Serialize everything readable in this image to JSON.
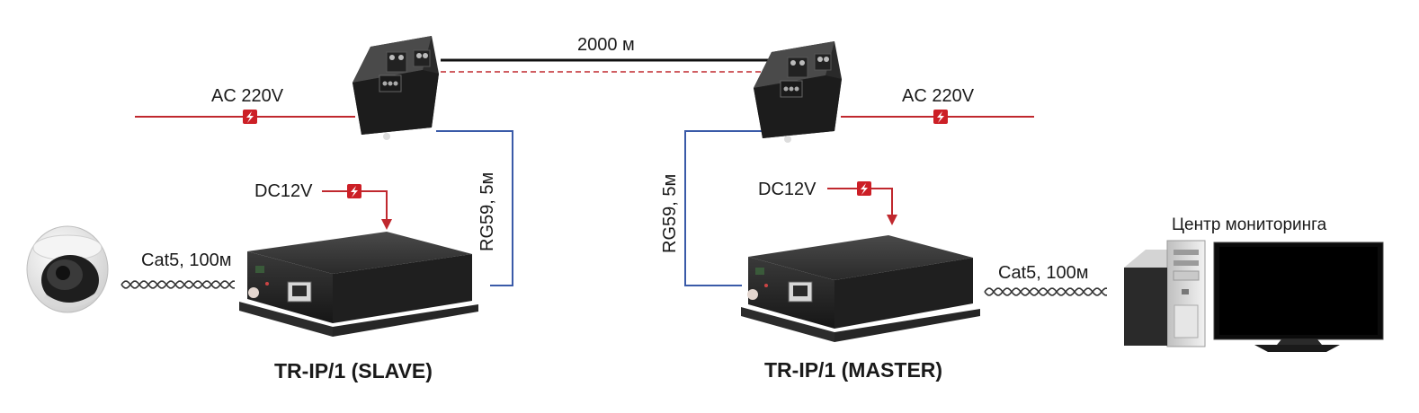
{
  "labels": {
    "distance": "2000 м",
    "ac_left": "AC 220V",
    "ac_right": "AC 220V",
    "dc_left": "DC12V",
    "dc_right": "DC12V",
    "coax_left": "RG59, 5м",
    "coax_right": "RG59, 5м",
    "cat5_left": "Cat5, 100м",
    "cat5_right": "Cat5, 100м",
    "monitoring": "Центр мониторинга",
    "slave": "TR-IP/1 (SLAVE)",
    "master": "TR-IP/1 (MASTER)"
  },
  "colors": {
    "power_line": "#c0282e",
    "coax_line": "#3a5aa8",
    "device_body": "#2b2b2b",
    "power_badge": "#cc1f26"
  },
  "icons": {
    "power": "lightning-bolt-icon",
    "camera": "dome-camera-icon",
    "computer": "desktop-computer-icon",
    "monitor": "monitor-icon"
  }
}
